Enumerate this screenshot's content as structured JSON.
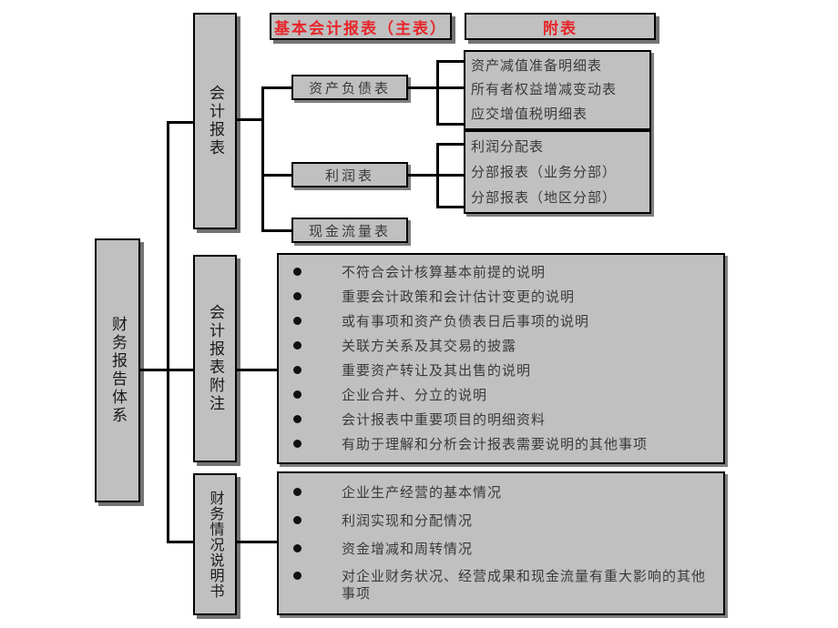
{
  "diagram": {
    "title_root": "财务报告体系",
    "headers": [
      {
        "label": "基本会计报表（主表）",
        "color": "#e8252a"
      },
      {
        "label": "附表",
        "color": "#e8252a"
      }
    ],
    "root": {
      "label": "财务报告体系"
    },
    "branches": [
      {
        "label": "会计报表"
      },
      {
        "label": "会计报表附注"
      },
      {
        "label": "财务情况说明书"
      }
    ],
    "statements": [
      {
        "label": "资产负债表"
      },
      {
        "label": "利润表"
      },
      {
        "label": "现金流量表"
      }
    ],
    "schedules_balance": [
      "资产减值准备明细表",
      "所有者权益增减变动表",
      "应交增值税明细表"
    ],
    "schedules_income": [
      "利润分配表",
      "分部报表（业务分部）",
      "分部报表（地区分部）"
    ],
    "notes_items": [
      "不符合会计核算基本前提的说明",
      "重要会计政策和会计估计变更的说明",
      "或有事项和资产负债表日后事项的说明",
      "关联方关系及其交易的披露",
      "重要资产转让及其出售的说明",
      "企业合并、分立的说明",
      "会计报表中重要项目的明细资料",
      "有助于理解和分析会计报表需要说明的其他事项"
    ],
    "financial_items": [
      "企业生产经营的基本情况",
      "利润实现和分配情况",
      "资金增减和周转情况",
      "对企业财务状况、经营成果和现金流量有重大影响的其他事项"
    ],
    "colors": {
      "box_fill": "#c0c0c0",
      "border": "#000000",
      "accent": "#e8252a",
      "text": "#3a3a3a"
    }
  }
}
